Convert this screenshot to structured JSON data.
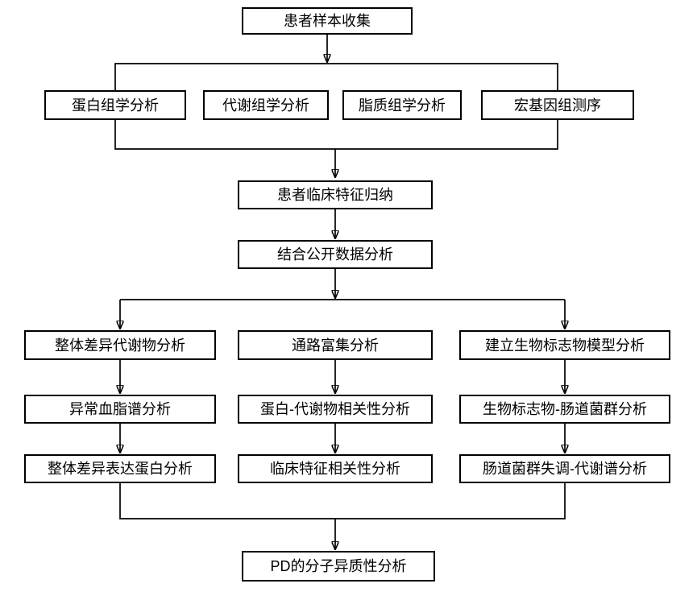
{
  "diagram_type": "flowchart",
  "colors": {
    "background": "#ffffff",
    "box_fill": "#ffffff",
    "box_border": "#000000",
    "line": "#000000",
    "text": "#000000"
  },
  "nodes": {
    "sample_collection": "患者样本收集",
    "proteomics": "蛋白组学分析",
    "metabolomics": "代谢组学分析",
    "lipidomics": "脂质组学分析",
    "metagenomics": "宏基因组测序",
    "clinical_features": "患者临床特征归纳",
    "public_data": "结合公开数据分析",
    "diff_metabolites": "整体差异代谢物分析",
    "abnormal_lipid": "异常血脂谱分析",
    "diff_proteins": "整体差异表达蛋白分析",
    "pathway_enrichment": "通路富集分析",
    "protein_metabolite_corr": "蛋白-代谢物相关性分析",
    "clinical_corr": "临床特征相关性分析",
    "biomarker_model": "建立生物标志物模型分析",
    "biomarker_gut": "生物标志物-肠道菌群分析",
    "dysbiosis_metabolome": "肠道菌群失调-代谢谱分析",
    "pd_heterogeneity": "PD的分子异质性分析"
  },
  "edges": [
    {
      "from": "sample_collection",
      "to": [
        "proteomics",
        "metabolomics",
        "lipidomics",
        "metagenomics"
      ]
    },
    {
      "from": "proteomics,metabolomics,lipidomics,metagenomics",
      "to": [
        "clinical_features"
      ]
    },
    {
      "from": "clinical_features",
      "to": [
        "public_data"
      ]
    },
    {
      "from": "public_data",
      "to": [
        "diff_metabolites",
        "pathway_enrichment",
        "biomarker_model"
      ]
    },
    {
      "from": "diff_metabolites",
      "to": [
        "abnormal_lipid"
      ]
    },
    {
      "from": "abnormal_lipid",
      "to": [
        "diff_proteins"
      ]
    },
    {
      "from": "pathway_enrichment",
      "to": [
        "protein_metabolite_corr"
      ]
    },
    {
      "from": "protein_metabolite_corr",
      "to": [
        "clinical_corr"
      ]
    },
    {
      "from": "biomarker_model",
      "to": [
        "biomarker_gut"
      ]
    },
    {
      "from": "biomarker_gut",
      "to": [
        "dysbiosis_metabolome"
      ]
    },
    {
      "from": "diff_proteins,clinical_corr,dysbiosis_metabolome",
      "to": [
        "pd_heterogeneity"
      ]
    }
  ]
}
